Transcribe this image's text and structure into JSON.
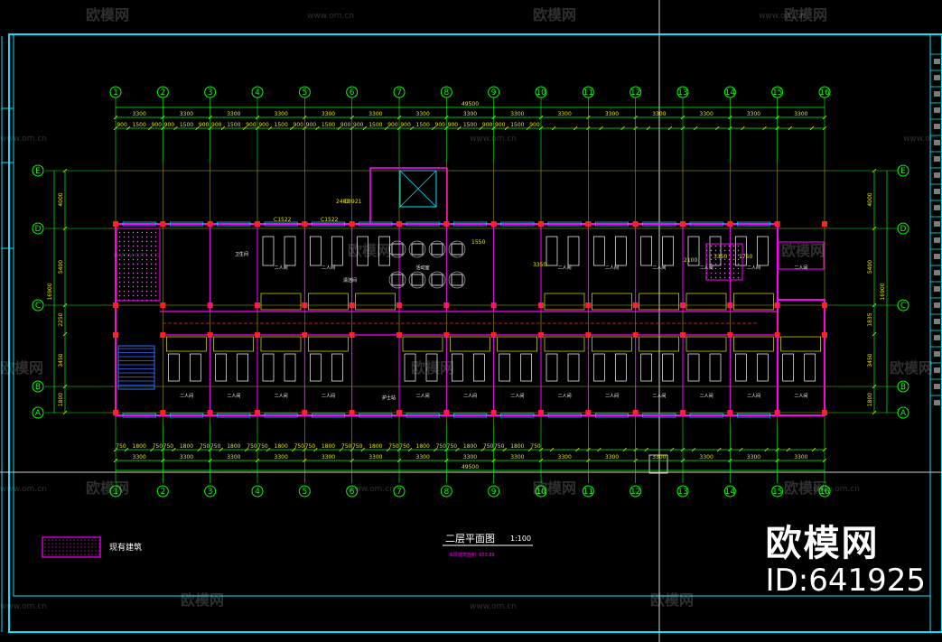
{
  "drawing": {
    "title": "二层平面图",
    "scale": "1:100",
    "subtitle": "本层建筑面积: 653.88",
    "legend_label": "现有建筑"
  },
  "axes": {
    "columns": [
      "1",
      "2",
      "3",
      "4",
      "5",
      "6",
      "7",
      "8",
      "9",
      "10",
      "11",
      "12",
      "13",
      "14",
      "15",
      "16"
    ],
    "rows": [
      "E",
      "D",
      "C",
      "B",
      "A"
    ]
  },
  "dimensions": {
    "top_bays": [
      "3300",
      "3300",
      "3300",
      "3300",
      "3300",
      "3300",
      "3300",
      "3300",
      "3300",
      "3300",
      "3300",
      "3300",
      "3300",
      "3300",
      "3300"
    ],
    "top_total": "49500",
    "top_detail": [
      "900",
      "1500",
      "900",
      "900",
      "1500",
      "900",
      "900",
      "1500",
      "900",
      "900",
      "1500",
      "900",
      "900",
      "1500",
      "900",
      "900",
      "1500",
      "900",
      "900",
      "1500",
      "900",
      "900",
      "1500",
      "900",
      "900",
      "1500",
      "900"
    ],
    "bottom_detail": [
      "750",
      "1800",
      "750",
      "750",
      "1800",
      "750",
      "750",
      "1800",
      "750",
      "750",
      "1800",
      "750",
      "750",
      "1800",
      "750",
      "750",
      "1800",
      "750",
      "750",
      "1800",
      "750",
      "750",
      "1800",
      "750",
      "750",
      "1800",
      "750"
    ],
    "bottom_bays": [
      "3300",
      "3300",
      "3300",
      "3300",
      "3300",
      "3300",
      "3300",
      "3300",
      "3300",
      "3300",
      "3300",
      "3300",
      "3300",
      "3300",
      "3300"
    ],
    "bottom_total": "49500",
    "left_spans": [
      "4000",
      "5400",
      "2250",
      "3450",
      "1800"
    ],
    "left_total": "16900",
    "right_spans": [
      "4000",
      "5400",
      "1835",
      "3450",
      "1800"
    ],
    "right_total": "16900",
    "annotations": [
      "C1522",
      "C1522",
      "2400",
      "C0921",
      "1550",
      "3350",
      "1750",
      "2100",
      "3350"
    ]
  },
  "rooms": {
    "upper": [
      "二人间",
      "二人间",
      "活动室",
      "二人间",
      "二人间",
      "二人间",
      "二人间",
      "二人间",
      "二人间"
    ],
    "lower": [
      "二人间",
      "二人间",
      "二人间",
      "二人间",
      "二人间",
      "二人间",
      "二人间",
      "二人间",
      "二人间",
      "二人间",
      "二人间",
      "二人间",
      "二人间"
    ],
    "misc": [
      "卫生间",
      "清洁间",
      "护士站"
    ]
  },
  "watermarks": {
    "brand": "欧模网",
    "url": "www.om.cn"
  },
  "brand_block": {
    "logo": "欧模网",
    "id": "ID:641925"
  },
  "colors": {
    "background": "#000000",
    "frame": "#00e5ff",
    "axis": "#00ff00",
    "wall": "#ff00ff",
    "column": "#ff2020",
    "dimension": "#e6e600",
    "window": "#00c8ff"
  }
}
